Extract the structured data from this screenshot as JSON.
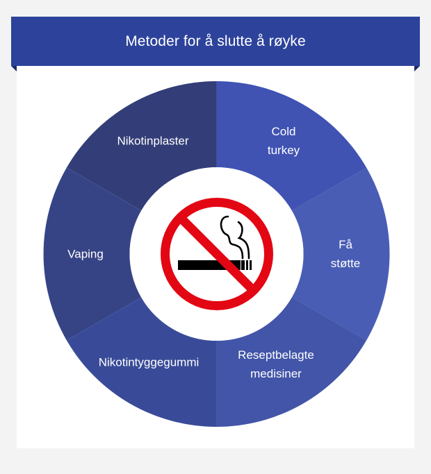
{
  "header": {
    "title": "Metoder for å slutte å røyke"
  },
  "colors": {
    "background": "#f3f3f3",
    "card": "#ffffff",
    "banner": "#2d439b",
    "banner_fold": "#1d2c6a",
    "sign_red": "#e30613",
    "sign_black": "#000000"
  },
  "center_icon": {
    "name": "no-smoking-icon"
  },
  "segments": [
    {
      "label_lines": [
        "Cold",
        "turkey"
      ],
      "color": "#4053b3"
    },
    {
      "label_lines": [
        "Få",
        "støtte"
      ],
      "color": "#4a5db5"
    },
    {
      "label_lines": [
        "Reseptbelagte",
        "medisiner"
      ],
      "color": "#4255a8"
    },
    {
      "label_lines": [
        "Nikotintyggegummi"
      ],
      "color": "#394b98"
    },
    {
      "label_lines": [
        "Vaping"
      ],
      "color": "#364486"
    },
    {
      "label_lines": [
        "Nikotinplaster"
      ],
      "color": "#333d77"
    }
  ]
}
